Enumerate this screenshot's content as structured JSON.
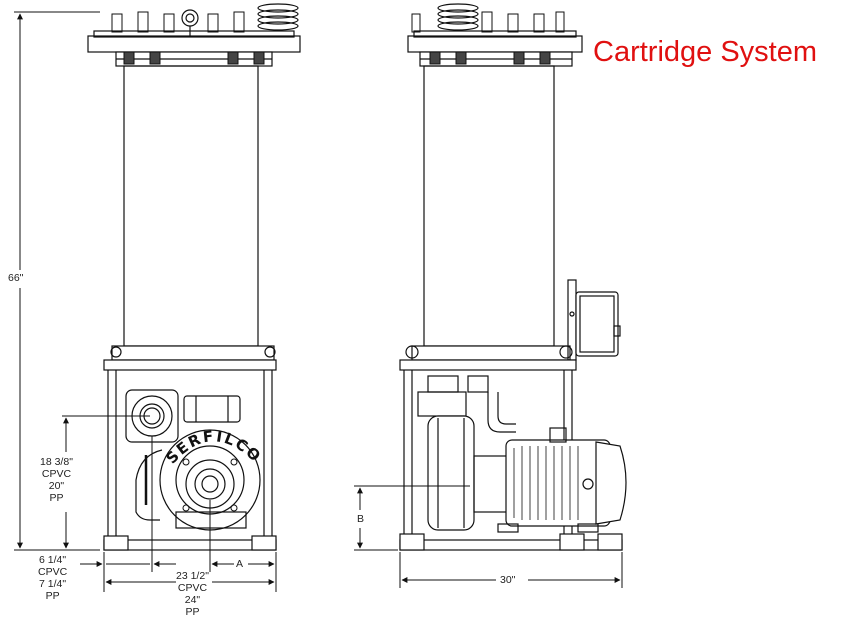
{
  "title": "Cartridge System",
  "brand": "SERFILCO",
  "dimensions": {
    "height": "66\"",
    "inlet_height": [
      "18 3/8\"",
      "CPVC",
      "20\"",
      "PP"
    ],
    "inlet_offset": [
      "6 1/4\"",
      "CPVC",
      "7 1/4\"",
      "PP"
    ],
    "base_width": [
      "23 1/2\"",
      "CPVC",
      "24\"",
      "PP"
    ],
    "dim_a": "A",
    "dim_b": "B",
    "side_width": "30\""
  },
  "colors": {
    "title": "#e01010",
    "line": "#111111"
  }
}
